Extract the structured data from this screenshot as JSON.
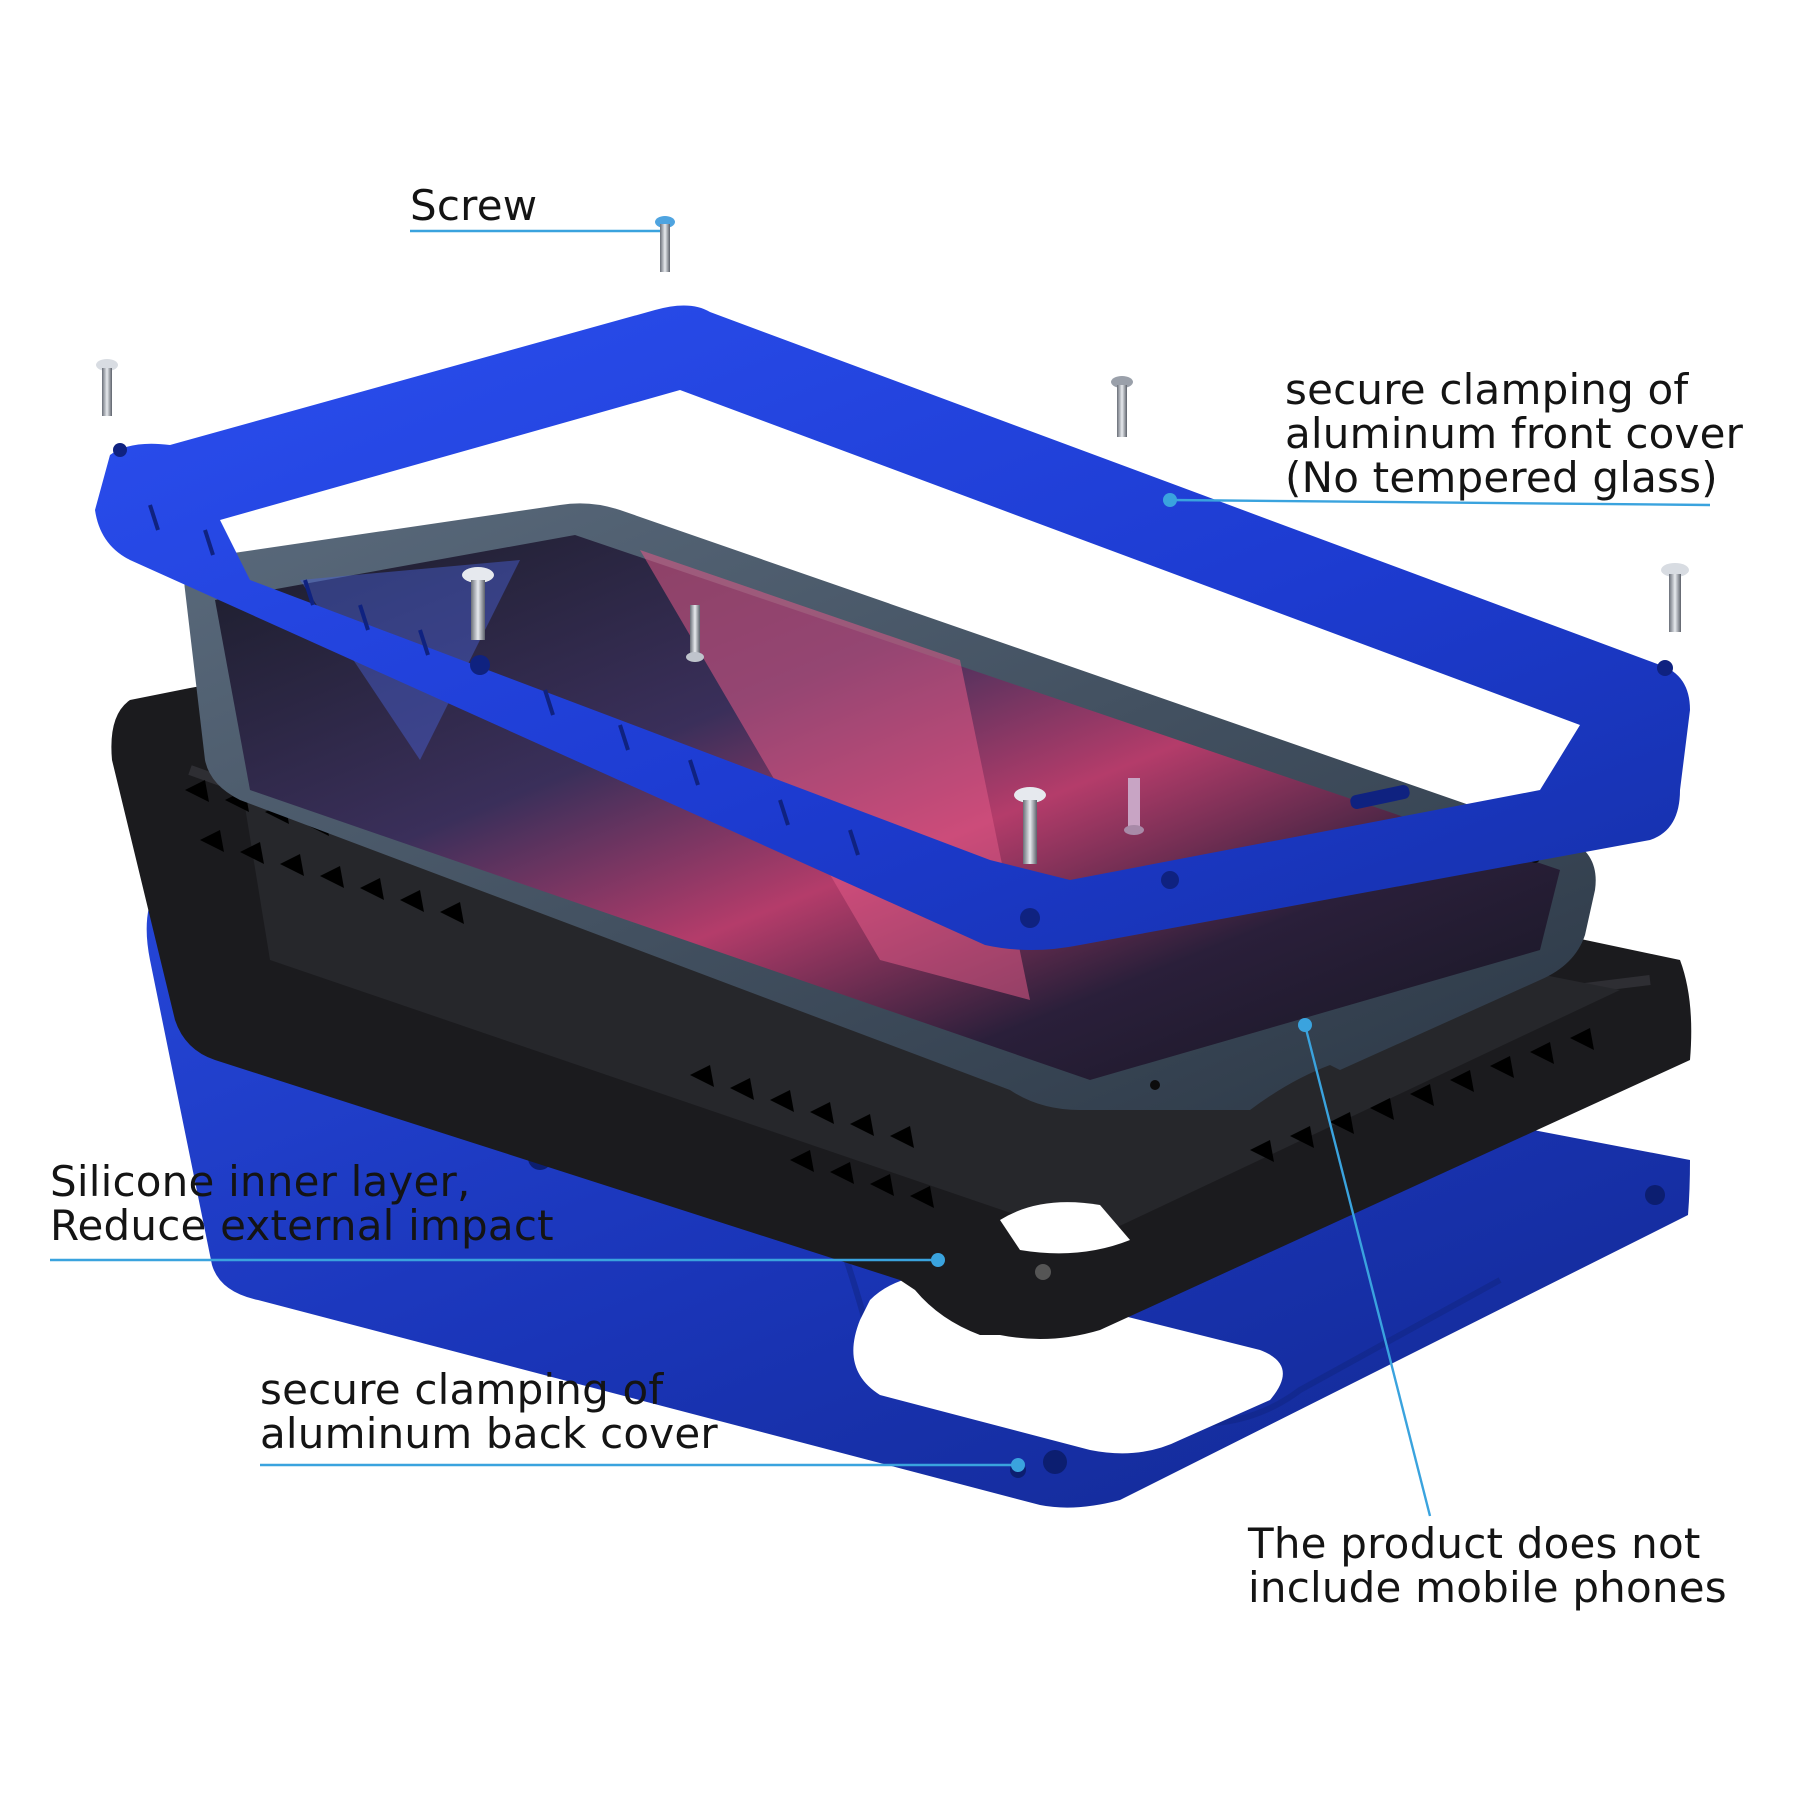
{
  "labels": {
    "screw": "Screw",
    "front_cover": [
      "secure clamping of",
      "aluminum front cover",
      "(No tempered glass)"
    ],
    "silicone": [
      "Silicone inner layer,",
      "Reduce external impact"
    ],
    "back_cover": [
      "secure clamping of",
      "aluminum back cover"
    ],
    "phone": [
      "The product does not",
      "include mobile phones"
    ]
  },
  "colors": {
    "frame_blue": "#1f3fd6",
    "back_blue": "#1a3bc4",
    "silicone_black": "#1b1b1e",
    "phone_body": "#3e4c5c",
    "leader_line": "#3aa3de",
    "text": "#141414"
  }
}
